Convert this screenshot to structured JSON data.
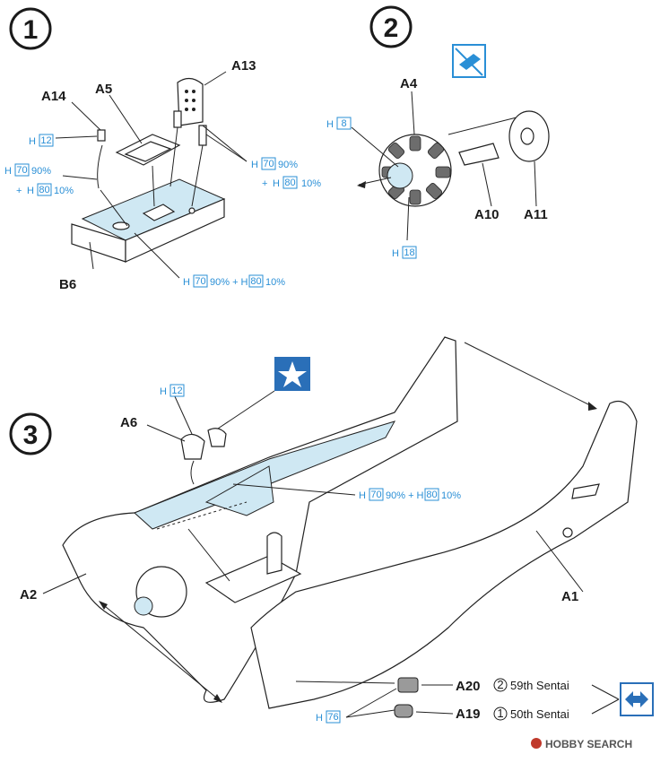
{
  "steps": {
    "s1": "1",
    "s2": "2",
    "s3": "3"
  },
  "parts": {
    "A1": "A1",
    "A2": "A2",
    "A4": "A4",
    "A5": "A5",
    "A6": "A6",
    "A10": "A10",
    "A11": "A11",
    "A13": "A13",
    "A14": "A14",
    "A19": "A19",
    "A20": "A20",
    "B6": "B6"
  },
  "colors": {
    "h_prefix": "H",
    "c12": "12",
    "c70": "70",
    "c80": "80",
    "c8": "8",
    "c18": "18",
    "c76": "76",
    "pct90": "90%",
    "pct10": "10%",
    "plus": "+",
    "mix_full_a": "90% + H",
    "mix_full_b": "10%",
    "accent": "#2a8fd6",
    "highlight": "#cfe8f3"
  },
  "versions": {
    "v2_num": "2",
    "v2_text": "59th  Sentai",
    "v1_num": "1",
    "v1_text": "50th  Sentai"
  },
  "icons": {
    "glue": "no-glue-icon",
    "star": "star-icon",
    "choose": "choose-arrows-icon"
  },
  "watermark": "HOBBY SEARCH"
}
